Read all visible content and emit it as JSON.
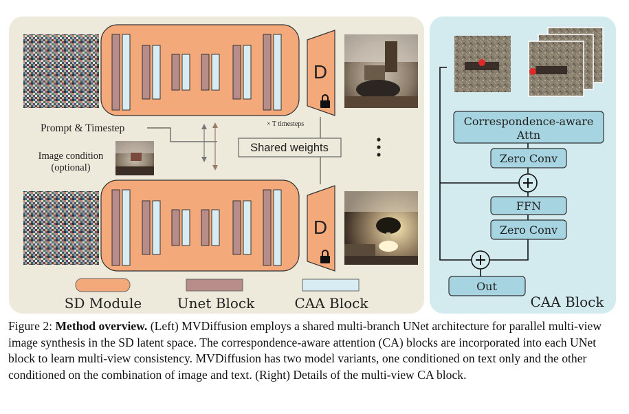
{
  "figure": {
    "labels": {
      "prompt_timestep": "Prompt & Timestep",
      "image_condition_line1": "Image condition",
      "image_condition_line2": "(optional)",
      "timesteps_note": "× T timesteps",
      "shared_weights": "Shared weights",
      "decoder_letter": "D",
      "dots": "⋮"
    },
    "legend": {
      "sd_module": "SD Module",
      "unet_block": "Unet Block",
      "caa_block": "CAA Block"
    },
    "caa_panel": {
      "title": "CAA Block",
      "correspondence_line1": "Correspondence-aware",
      "correspondence_line2": "Attn",
      "zero_conv_top": "Zero Conv",
      "ffn": "FFN",
      "zero_conv_bottom": "Zero Conv",
      "out": "Out",
      "plus": "+"
    },
    "colors": {
      "left_bg": "#eeeadb",
      "right_bg": "#d3eaef",
      "sd_module": "#f4a97b",
      "unet_block": "#b88c88",
      "caa_block": "#d8edf3"
    }
  },
  "caption": {
    "prefix": "Figure 2:",
    "bold": "Method overview.",
    "text": "(Left) MVDiffusion employs a shared multi-branch UNet architecture for parallel multi-view image synthesis in the SD latent space. The correspondence-aware attention (CA) blocks are incorporated into each UNet block to learn multi-view consistency. MVDiffusion has two model variants, one conditioned on text only and the other conditioned on the combination of image and text. (Right) Details of the multi-view CA block."
  }
}
